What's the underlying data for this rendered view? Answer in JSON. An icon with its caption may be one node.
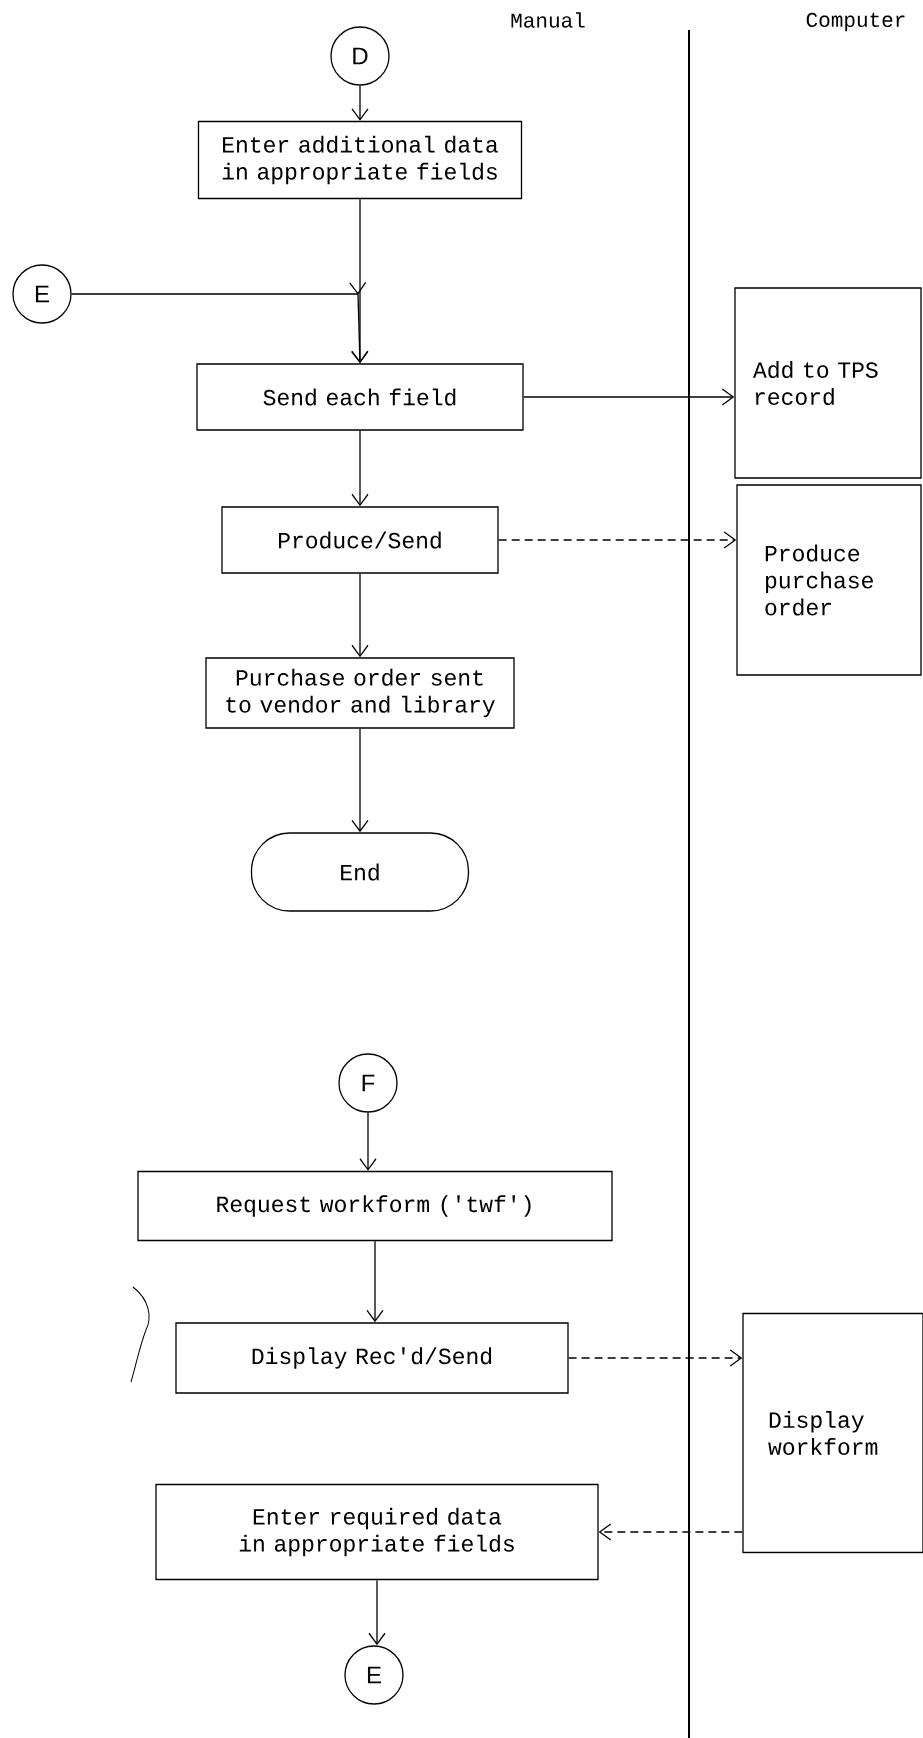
{
  "diagram": {
    "nodes": [
      {
        "text": [
          "D"
        ]
      },
      {
        "text": [
          "Enter additional data in appropriate fields"
        ]
      },
      {
        "text": [
          "E"
        ]
      },
      {
        "text": [
          "Send each field"
        ]
      },
      {
        "text": [
          "Add to TPS record"
        ]
      },
      {
        "text": [
          "Produce/Send"
        ]
      },
      {
        "text": [
          "Produce purchase order"
        ]
      },
      {
        "text": [
          "Purchase order sent to vendor and library"
        ]
      },
      {
        "text": [
          "End"
        ]
      },
      {
        "text": [
          "F"
        ]
      },
      {
        "text": [
          "Request workform ('twf')"
        ]
      },
      {
        "text": [
          "Display Rec'd/Send"
        ]
      },
      {
        "text": [
          "Display workform"
        ]
      },
      {
        "text": [
          "Enter required data in appropriate fields"
        ]
      },
      {
        "text": [
          "E"
        ]
      }
    ],
    "edges": [
      {
        "from": 0,
        "to": 1,
        "arrow": "to"
      },
      {
        "from": 1,
        "to": 3,
        "arrow": "to"
      },
      {
        "from": 2,
        "to": 3,
        "arrow": "to"
      },
      {
        "from": 3,
        "to": 4,
        "arrow": "to"
      },
      {
        "from": 3,
        "to": 5,
        "arrow": "to"
      },
      {
        "from": 5,
        "to": 6,
        "arrow": "to",
        "style": "dashed"
      },
      {
        "from": 5,
        "to": 7,
        "arrow": "to"
      },
      {
        "from": 7,
        "to": 8,
        "arrow": "to"
      },
      {
        "from": 9,
        "to": 10,
        "arrow": "to"
      },
      {
        "from": 10,
        "to": 11,
        "arrow": "to"
      },
      {
        "from": 11,
        "to": 12,
        "arrow": "to",
        "style": "dashed"
      },
      {
        "from": 12,
        "to": 13,
        "arrow": "to",
        "style": "dashed"
      },
      {
        "from": 13,
        "to": 14,
        "arrow": "to"
      }
    ],
    "labels": [
      "Manual",
      "Computer"
    ]
  }
}
